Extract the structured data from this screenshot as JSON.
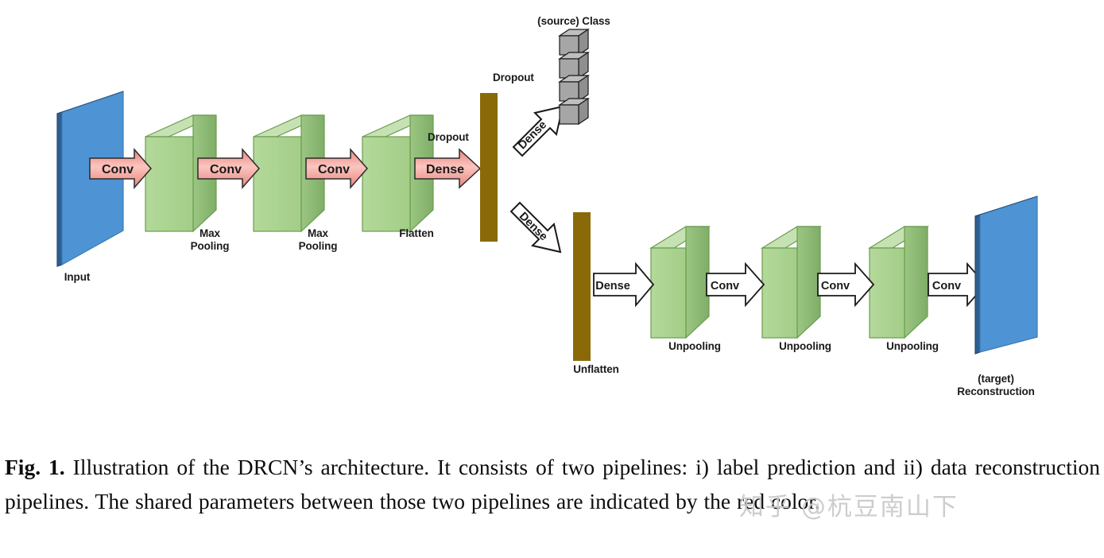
{
  "figure": {
    "id": "Fig. 1.",
    "caption_text": "Illustration of the DRCN’s architecture. It consists of two pipelines: i) label prediction and ii) data reconstruction pipelines. The shared parameters between those two pipelines are indicated by the red color.",
    "watermark": "知乎 @杭豆南山下"
  },
  "colors": {
    "input_slab_face": "#4e94d4",
    "input_slab_edge": "#2a5d8f",
    "green_box_front": "#a9d18e",
    "green_box_side": "#8cbb74",
    "green_box_top": "#c3e0ae",
    "green_box_outline": "#6a9c4e",
    "red_arrow_fill": "#f2948c",
    "red_arrow_mid": "#f7b8b1",
    "red_arrow_outline": "#2b2b2b",
    "gold_bar": "#8a6a08",
    "gray_cube_front": "#a6a6a6",
    "gray_cube_side": "#8f8f8f",
    "gray_cube_top": "#bfbfbf",
    "white_arrow_fill": "#ffffff",
    "white_arrow_outline": "#1a1a1a",
    "text": "#1a1a1a",
    "watermark": "#c9c9c9"
  },
  "labels": {
    "input": "Input",
    "max_pooling_1": "Max\nPooling",
    "max_pooling_2": "Max\nPooling",
    "flatten": "Flatten",
    "dropout_mid": "Dropout",
    "dropout_top": "Dropout",
    "source_class": "(source) Class",
    "unflatten": "Unflatten",
    "unpooling_1": "Unpooling",
    "unpooling_2": "Unpooling",
    "unpooling_3": "Unpooling",
    "target_reconstruction": "(target)\nReconstruction"
  },
  "arrows": {
    "conv_1": "Conv",
    "conv_2": "Conv",
    "conv_3": "Conv",
    "dense_encode": "Dense",
    "dense_to_class": "Dense",
    "dense_to_unflatten": "Dense",
    "dense_decode": "Dense",
    "deconv_1": "Conv",
    "deconv_2": "Conv",
    "deconv_3": "Conv"
  },
  "diagram_structure": {
    "label_prediction_pipeline": [
      "Input",
      "Conv",
      "Max Pooling",
      "Conv",
      "Max Pooling",
      "Conv",
      "Flatten",
      "Dense",
      "Dropout",
      "Dense",
      "(source) Class"
    ],
    "reconstruction_pipeline": [
      "Dropout",
      "Dense",
      "Unflatten",
      "Dense",
      "Unpooling",
      "Conv",
      "Unpooling",
      "Conv",
      "Unpooling",
      "Conv",
      "(target) Reconstruction"
    ],
    "shared_parameters_color": "red"
  }
}
